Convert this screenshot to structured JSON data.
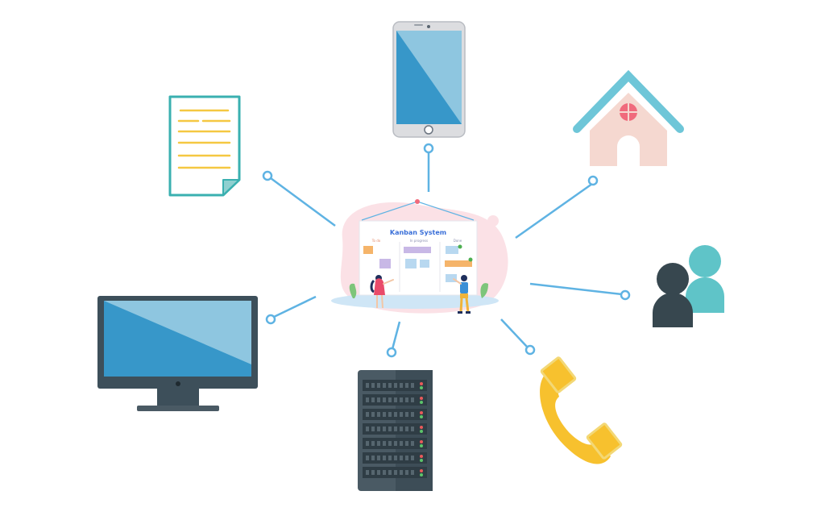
{
  "center": {
    "board_title": "Kanban System",
    "columns": [
      "To do",
      "In progress",
      "Done"
    ]
  },
  "colors": {
    "connector": "#5fb3e3",
    "screen_blue": "#3797c9",
    "screen_light": "#8ec6e0",
    "device_dark": "#3d4f5a",
    "server_body": "#4a5a64",
    "server_dark": "#384750",
    "house_fill": "#f5d8d0",
    "house_roof": "#6ec6d8",
    "person_dark": "#37474f",
    "person_teal": "#5fc4c8",
    "phone_yellow": "#f7c12e",
    "doc_border": "#3ab0b0",
    "doc_lines": "#f5c842",
    "blob_pink": "#fbe1e6"
  },
  "nodes": [
    {
      "id": "tablet",
      "icon": "tablet-icon"
    },
    {
      "id": "home",
      "icon": "house-icon"
    },
    {
      "id": "users",
      "icon": "users-icon"
    },
    {
      "id": "phone",
      "icon": "phone-handset-icon"
    },
    {
      "id": "server",
      "icon": "server-rack-icon"
    },
    {
      "id": "monitor",
      "icon": "monitor-icon"
    },
    {
      "id": "document",
      "icon": "document-icon"
    }
  ]
}
